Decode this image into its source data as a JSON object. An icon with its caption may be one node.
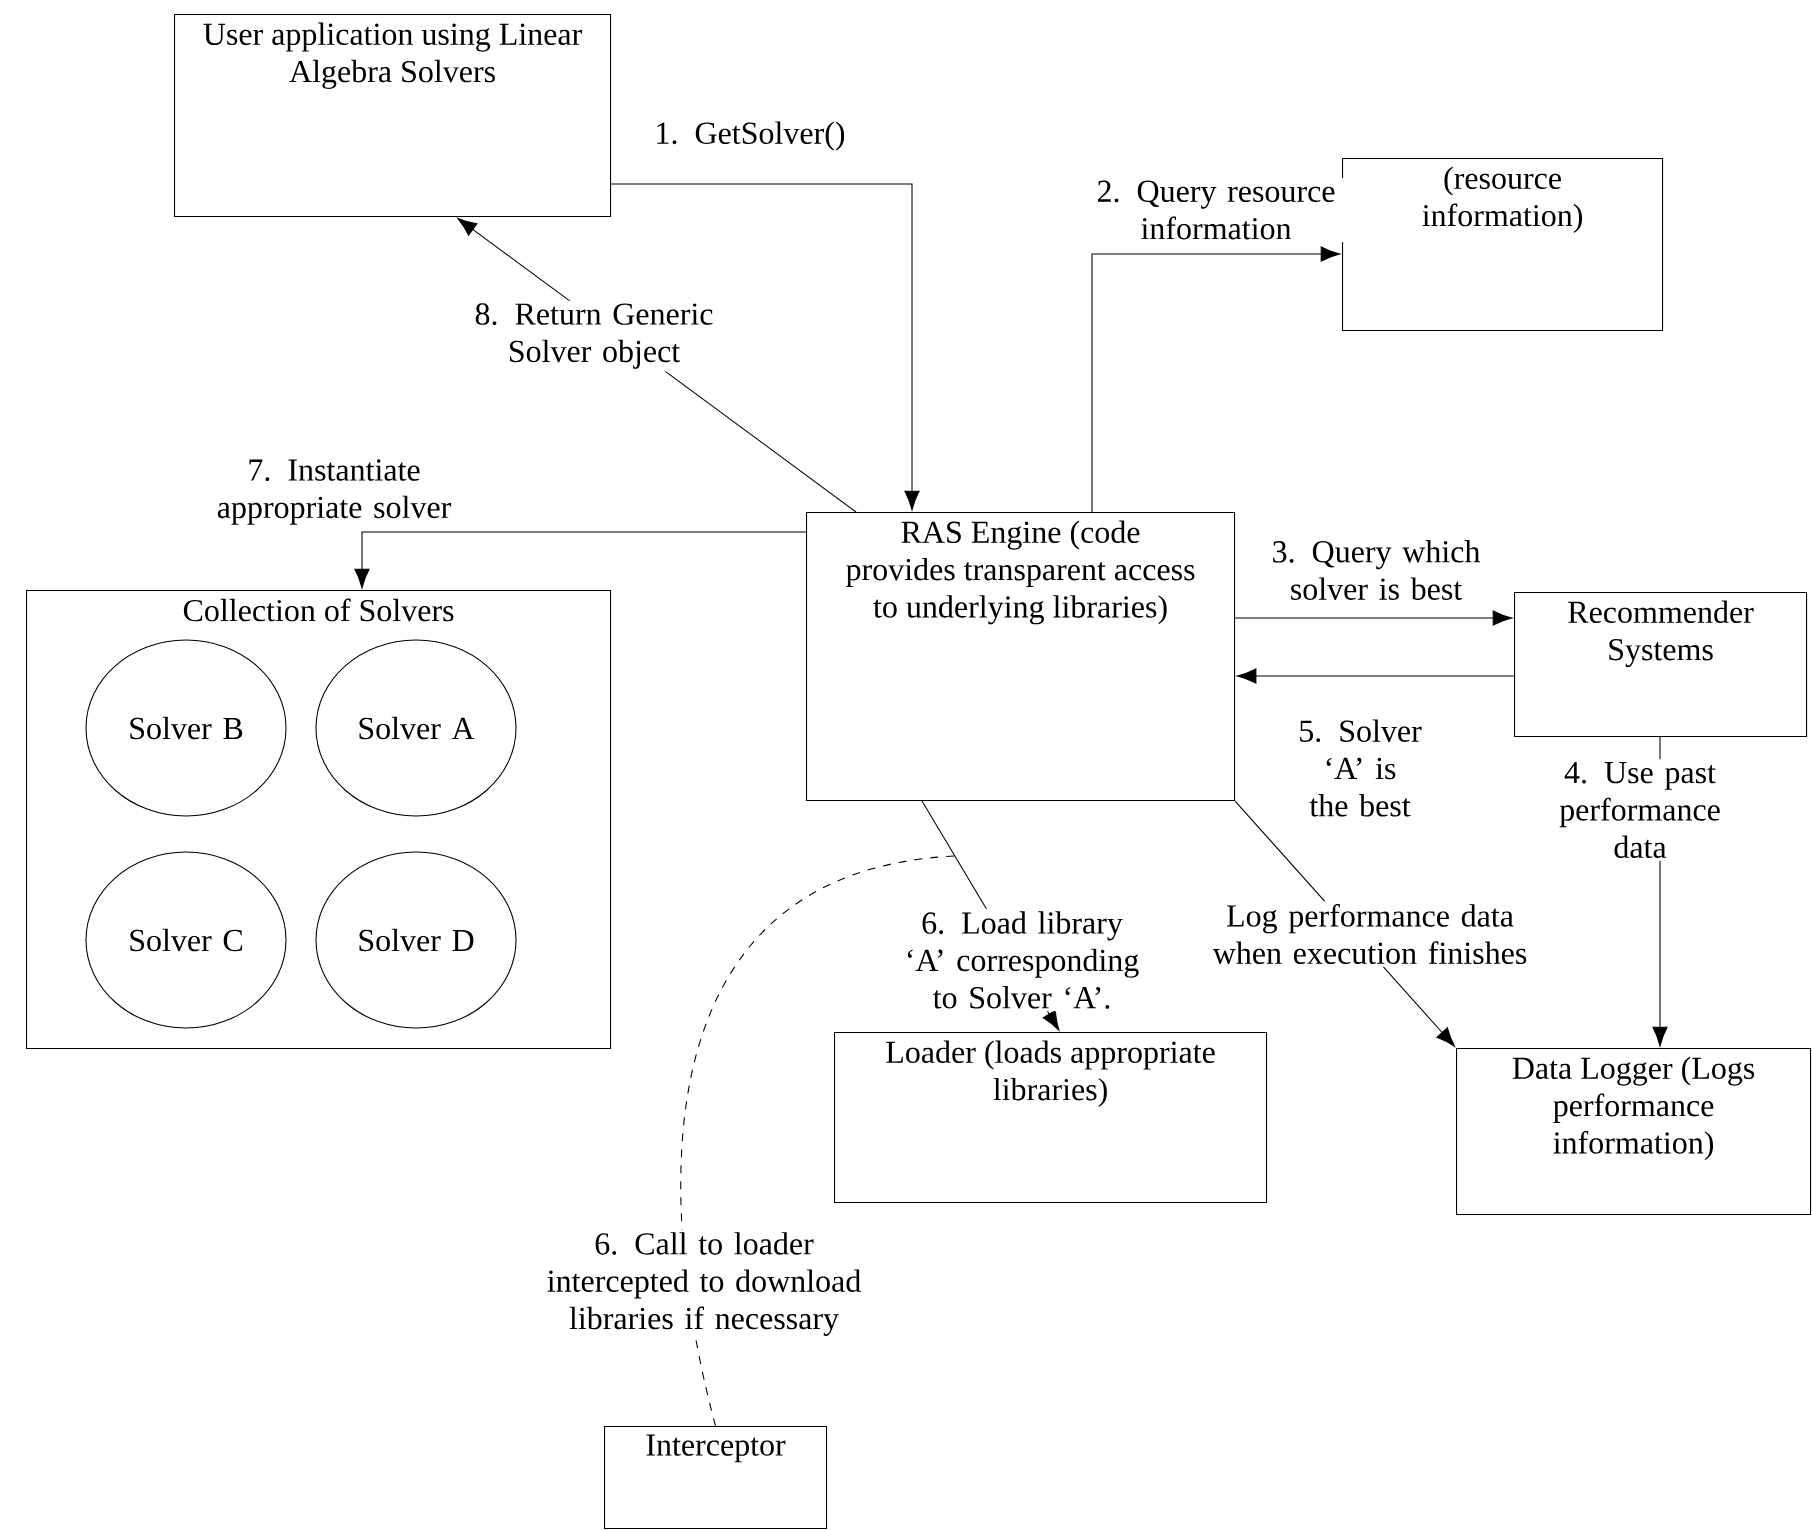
{
  "diagram": {
    "nodes": [
      {
        "text": [
          "User application using Linear Algebra Solvers"
        ]
      },
      {
        "text": [
          "(resource information)"
        ]
      },
      {
        "text": [
          "RAS Engine (code provides transparent access to underlying libraries)"
        ]
      },
      {
        "text": [
          "Collection of Solvers"
        ]
      },
      {
        "text": [
          "Solver B"
        ],
        "in": 3
      },
      {
        "text": [
          "Solver A"
        ],
        "in": 3
      },
      {
        "text": [
          "Solver C"
        ],
        "in": 3
      },
      {
        "text": [
          "Solver D"
        ],
        "in": 3
      },
      {
        "text": [
          "Recommender Systems"
        ]
      },
      {
        "text": [
          "Loader (loads appropriate libraries)"
        ]
      },
      {
        "text": [
          "Data Logger (Logs performance information)"
        ]
      },
      {
        "text": [
          "Interceptor"
        ]
      }
    ],
    "edges": [
      {
        "from": 0,
        "to": 2,
        "arrow": "to",
        "label": "1. GetSolver()"
      },
      {
        "from": 2,
        "to": 1,
        "arrow": "to",
        "label": "2. Query resource information"
      },
      {
        "from": 2,
        "to": 0,
        "arrow": "to",
        "label": "8. Return Generic Solver object"
      },
      {
        "from": 2,
        "to": 3,
        "arrow": "to",
        "label": "7. Instantiate appropriate solver"
      },
      {
        "from": 2,
        "to": 8,
        "arrow": "to",
        "label": "3. Query which solver is best"
      },
      {
        "from": 8,
        "to": 2,
        "arrow": "to",
        "label": "5. Solver ‘A’ is the best"
      },
      {
        "from": 8,
        "to": 10,
        "arrow": "to",
        "label": "4. Use past performance data"
      },
      {
        "from": 2,
        "to": 9,
        "arrow": "to",
        "label": "6. Load library ‘A’ corresponding to Solver ‘A’."
      },
      {
        "from": 2,
        "to": 10,
        "arrow": "to",
        "label": "Log performance data when execution finishes"
      },
      {
        "from": 11,
        "to": null,
        "arrow": "none",
        "style": "dashed",
        "label": "6. Call to loader intercepted to download libraries if necessary"
      }
    ]
  }
}
